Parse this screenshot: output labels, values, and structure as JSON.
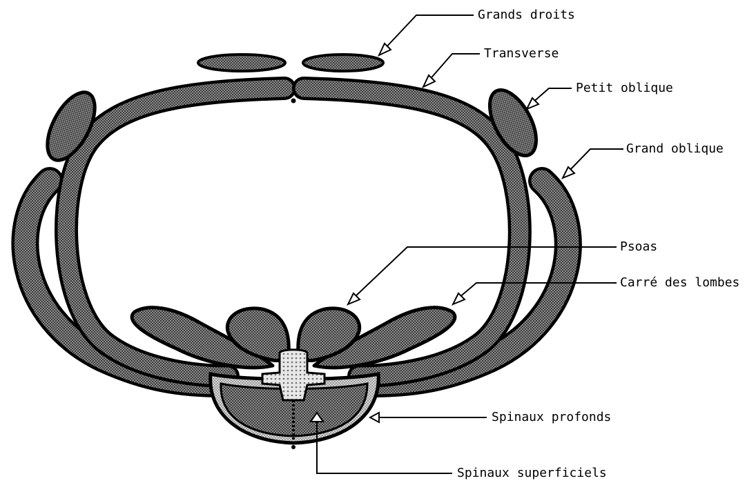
{
  "labels": {
    "grands_droits": "Grands droits",
    "transverse": "Transverse",
    "petit_oblique": "Petit oblique",
    "grand_oblique": "Grand oblique",
    "psoas": "Psoas",
    "carre_des_lombes": "Carré des lombes",
    "spinaux_profonds": "Spinaux profonds",
    "spinaux_superficiels": "Spinaux superficiels"
  },
  "colors": {
    "outline": "#000000",
    "stipple_dark": "#4a4a4a",
    "stipple_light": "#bdbdbd",
    "background": "#ffffff"
  }
}
